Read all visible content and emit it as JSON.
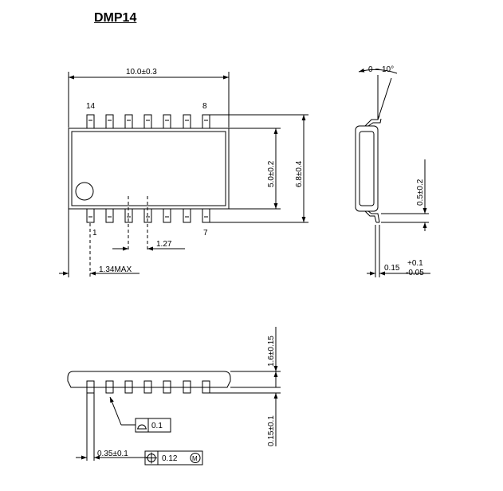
{
  "title": "DMP14",
  "top_view": {
    "pin_first_top": "14",
    "pin_last_top": "8",
    "pin_first_bottom": "1",
    "pin_last_bottom": "7",
    "dim_length": "10.0±0.3",
    "dim_body_width": "5.0±0.2",
    "dim_total_width": "6.8±0.4",
    "dim_pitch": "1.27",
    "dim_end_max": "1.34MAX"
  },
  "side_view": {
    "dim_angle": "0 ~ 10°",
    "dim_foot": "0.5±0.2",
    "dim_lead_thick_base": "0.15",
    "dim_lead_thick_plus": "+0.1",
    "dim_lead_thick_minus": "-0.05"
  },
  "front_view": {
    "dim_height": "1.6±0.15",
    "dim_standoff": "0.15±0.1",
    "dim_lead_width": "0.35±0.1",
    "flatness_value": "0.1",
    "position_value": "0.12",
    "position_modifier": "M"
  }
}
